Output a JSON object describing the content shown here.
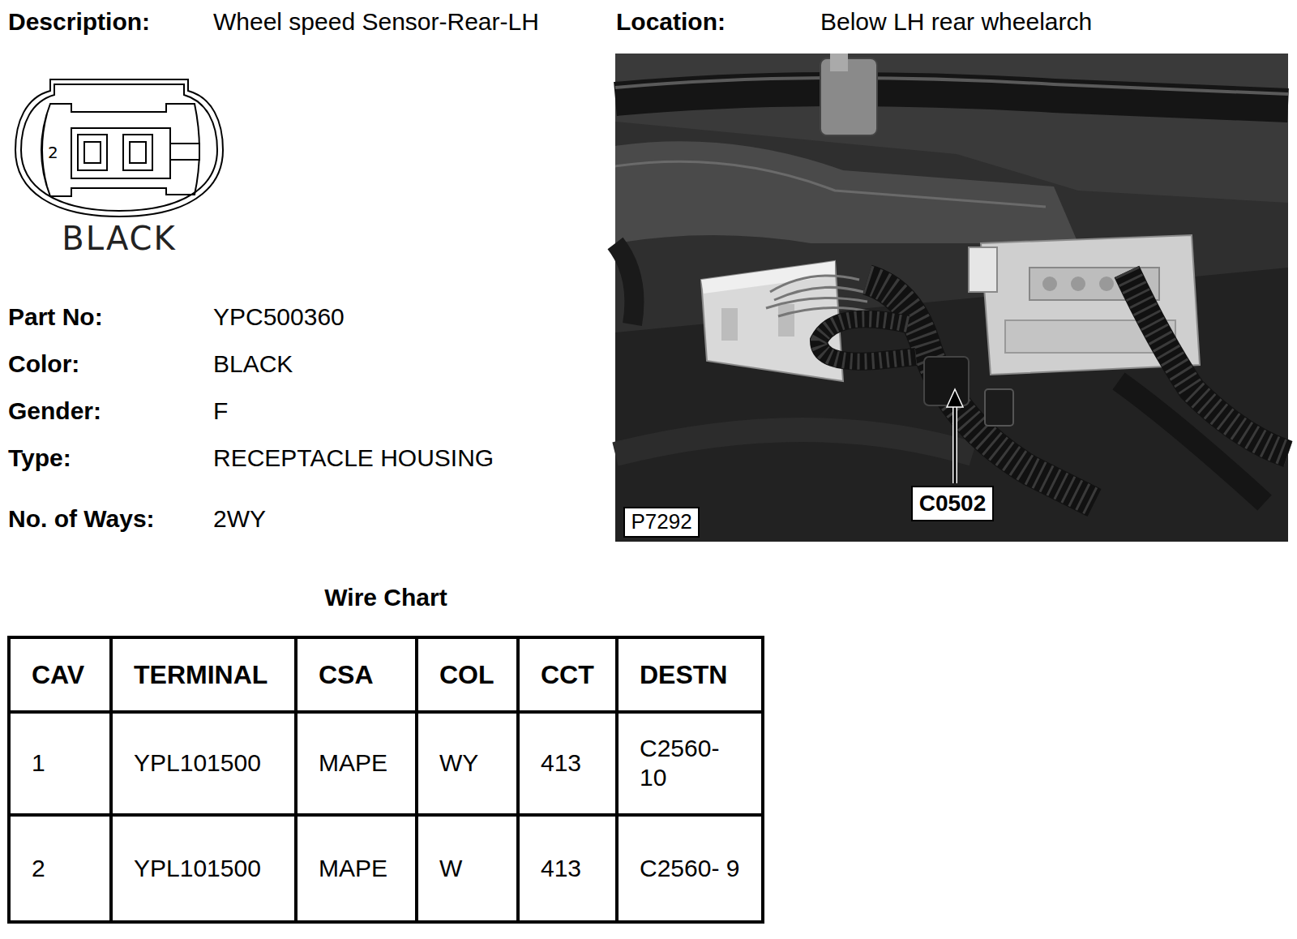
{
  "diagram": {
    "nodes": [
      {
        "text": [
          "2",
          "BLACK"
        ]
      },
      {
        "text": [
          "C0502"
        ]
      },
      {
        "text": [
          "P7292"
        ]
      }
    ],
    "labels": [
      "Description:",
      "Wheel speed Sensor-Rear-LH",
      "Location:",
      "Below LH rear wheelarch",
      "Part No:",
      "YPC500360",
      "Color:",
      "BLACK",
      "Gender:",
      "F",
      "Type:",
      "RECEPTACLE HOUSING",
      "No. of Ways:",
      "2WY",
      "Wire Chart",
      "CAV",
      "TERMINAL",
      "CSA",
      "COL",
      "CCT",
      "DESTN",
      "1",
      "YPL101500",
      "MAPE",
      "WY",
      "413",
      "C2560- 10",
      "2",
      "YPL101500",
      "MAPE",
      "W",
      "413",
      "C2560- 9"
    ]
  }
}
